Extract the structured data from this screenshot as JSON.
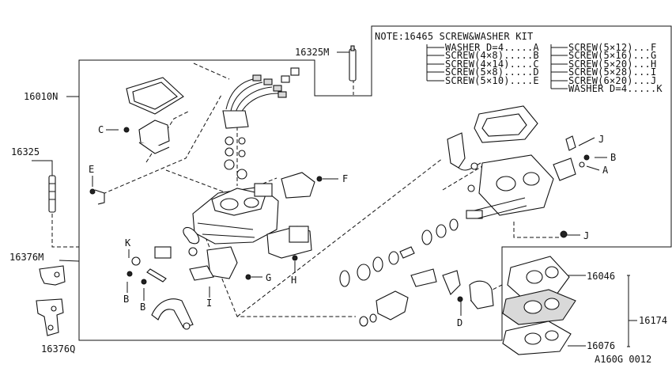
{
  "note": {
    "header": "NOTE:16465 SCREW&WASHER KIT",
    "left_items": [
      "WASHER D=4.....A",
      "SCREW(4×8).....B",
      "SCREW(4×14)....C",
      "SCREW(5×8).....D",
      "SCREW(5×10)....E"
    ],
    "right_items": [
      "SCREW(5×12)...F",
      "SCREW(5×16)...G",
      "SCREW(5×20)...H",
      "SCREW(5×28)...I",
      "SCREW(6×20)...J",
      "WASHER D=4.....K"
    ]
  },
  "part_numbers": {
    "p16325M": "16325M",
    "p16010N": "16010N",
    "p16325": "16325",
    "p16376M": "16376M",
    "p16376Q": "16376Q",
    "p16046": "16046",
    "p16076": "16076",
    "p16174": "16174"
  },
  "letters": {
    "C": "C",
    "E": "E",
    "F": "F",
    "G": "G",
    "H": "H",
    "I": "I",
    "K": "K",
    "B1": "B",
    "B2": "B",
    "B3": "B",
    "A": "A",
    "J1": "J",
    "J2": "J",
    "D": "D"
  },
  "figure_code": "A160G 0012"
}
